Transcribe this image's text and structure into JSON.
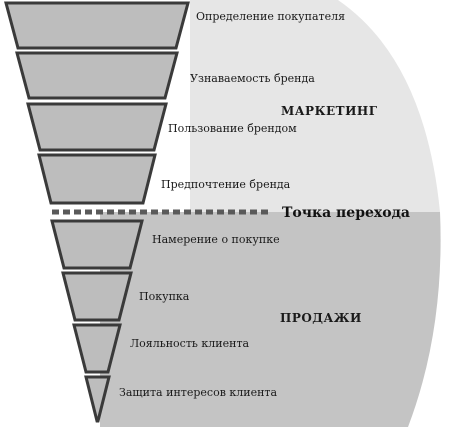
{
  "sections": {
    "marketing": "МАРКЕТИНГ",
    "sales": "ПРОДАЖИ"
  },
  "transition_label": "Точка перехода",
  "stages": [
    "Определение покупателя",
    "Узнаваемость  бренда",
    "Пользование брендом",
    "Предпочтение бренда",
    "Намерение о покупке",
    "Покупка",
    "Лояльность клиента",
    "Защита интересов клиента"
  ],
  "colors": {
    "marketing_bg": "#e6e6e6",
    "sales_bg": "#c4c4c4",
    "segment_fill": "#bdbdbd",
    "segment_stroke": "#3a3a3a",
    "divider": "#5a5a5a"
  }
}
